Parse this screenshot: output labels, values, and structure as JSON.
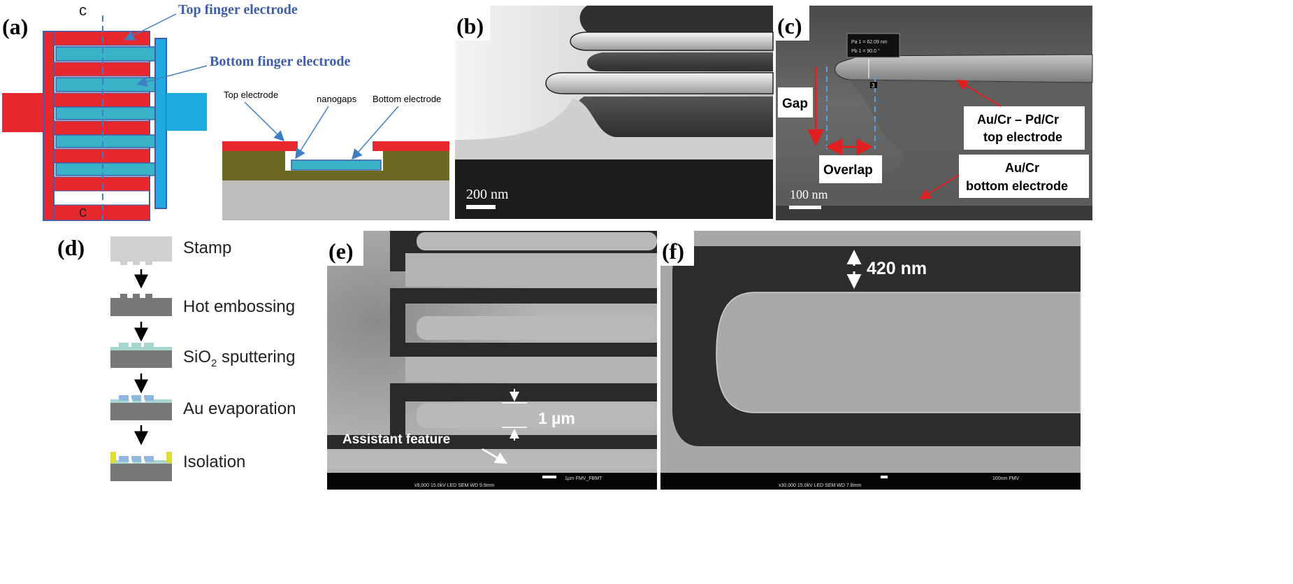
{
  "panels": {
    "a": {
      "label": "(a)",
      "c_top": "c",
      "c_bottom": "c",
      "top_finger_label": "Top finger electrode",
      "bottom_finger_label": "Bottom finger electrode",
      "xs_top_electrode": "Top  electrode",
      "xs_nanogaps": "nanogaps",
      "xs_bottom_electrode": "Bottom electrode",
      "colors": {
        "top": "#e8282f",
        "bottom": "#1ea9e0",
        "finger": "#3ab3c8",
        "outline": "#3e5ea8",
        "layer": "#6c6a22",
        "substrate": "#bebebe"
      }
    },
    "b": {
      "label": "(b)",
      "scale": "200 nm"
    },
    "c": {
      "label": "(c)",
      "gap": "Gap",
      "overlap": "Overlap",
      "top_line1": "Au/Cr – Pd/Cr",
      "top_line2": "top electrode",
      "bottom_line1": "Au/Cr",
      "bottom_line2": "bottom electrode",
      "scale": "100 nm",
      "meas_line1": "Pa 1 = 62.09 nm",
      "meas_line2": "Pb 1 = 90.0 °",
      "marker": "3"
    },
    "d": {
      "label": "(d)",
      "steps": [
        {
          "text": "Stamp",
          "sub": "",
          "rest": ""
        },
        {
          "text": "Hot embossing",
          "sub": "",
          "rest": ""
        },
        {
          "text": "SiO",
          "sub": "2",
          "rest": " sputtering"
        },
        {
          "text": "Au evaporation",
          "sub": "",
          "rest": ""
        },
        {
          "text": "Isolation",
          "sub": "",
          "rest": ""
        }
      ]
    },
    "e": {
      "label": "(e)",
      "dimension": "1 µm",
      "assistant": "Assistant feature",
      "info_left": "x9,000     15.0kV LED      SEM    WD 9.9mm",
      "info_right": "1µm    FMV_FBMT"
    },
    "f": {
      "label": "(f)",
      "dimension": "420 nm",
      "info_left": "x30,000     15.0kV LED      SEM    WD 7.8mm",
      "info_right": "100nm FMV"
    }
  }
}
